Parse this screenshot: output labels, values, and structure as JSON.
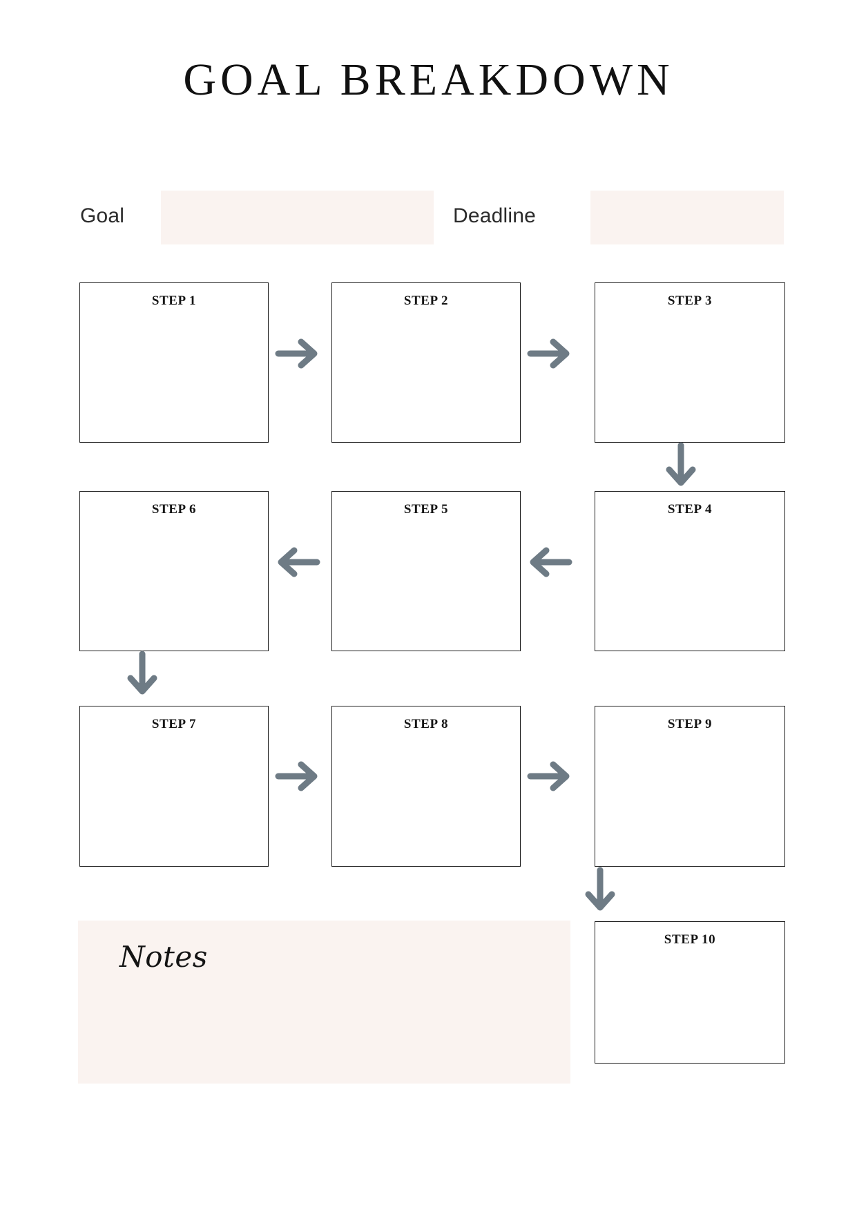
{
  "page": {
    "title": "GOAL BREAKDOWN",
    "background_color": "#ffffff"
  },
  "meta": {
    "goal": {
      "label": "Goal",
      "value": "",
      "placeholder": "",
      "field_color": "#faf3f0"
    },
    "deadline": {
      "label": "Deadline",
      "value": "",
      "placeholder": "",
      "field_color": "#faf3f0"
    }
  },
  "flow": {
    "arrow_color": "#6e7b85",
    "box_border_color": "#1b1b1b",
    "steps": [
      {
        "id": "step-1",
        "label": "STEP 1",
        "value": ""
      },
      {
        "id": "step-2",
        "label": "STEP 2",
        "value": ""
      },
      {
        "id": "step-3",
        "label": "STEP 3",
        "value": ""
      },
      {
        "id": "step-4",
        "label": "STEP 4",
        "value": ""
      },
      {
        "id": "step-5",
        "label": "STEP 5",
        "value": ""
      },
      {
        "id": "step-6",
        "label": "STEP 6",
        "value": ""
      },
      {
        "id": "step-7",
        "label": "STEP 7",
        "value": ""
      },
      {
        "id": "step-8",
        "label": "STEP 8",
        "value": ""
      },
      {
        "id": "step-9",
        "label": "STEP 9",
        "value": ""
      },
      {
        "id": "step-10",
        "label": "STEP 10",
        "value": ""
      }
    ],
    "arrows": [
      {
        "id": "arrow-1-2",
        "direction": "right",
        "from": "STEP 1",
        "to": "STEP 2"
      },
      {
        "id": "arrow-2-3",
        "direction": "right",
        "from": "STEP 2",
        "to": "STEP 3"
      },
      {
        "id": "arrow-3-4",
        "direction": "down",
        "from": "STEP 3",
        "to": "STEP 4"
      },
      {
        "id": "arrow-4-5",
        "direction": "left",
        "from": "STEP 4",
        "to": "STEP 5"
      },
      {
        "id": "arrow-5-6",
        "direction": "left",
        "from": "STEP 5",
        "to": "STEP 6"
      },
      {
        "id": "arrow-6-7",
        "direction": "down",
        "from": "STEP 6",
        "to": "STEP 7"
      },
      {
        "id": "arrow-7-8",
        "direction": "right",
        "from": "STEP 7",
        "to": "STEP 8"
      },
      {
        "id": "arrow-8-9",
        "direction": "right",
        "from": "STEP 8",
        "to": "STEP 9"
      },
      {
        "id": "arrow-9-10",
        "direction": "down",
        "from": "STEP 9",
        "to": "STEP 10"
      }
    ]
  },
  "notes": {
    "title": "Notes",
    "value": "",
    "placeholder": "",
    "panel_color": "#faf3f0"
  }
}
